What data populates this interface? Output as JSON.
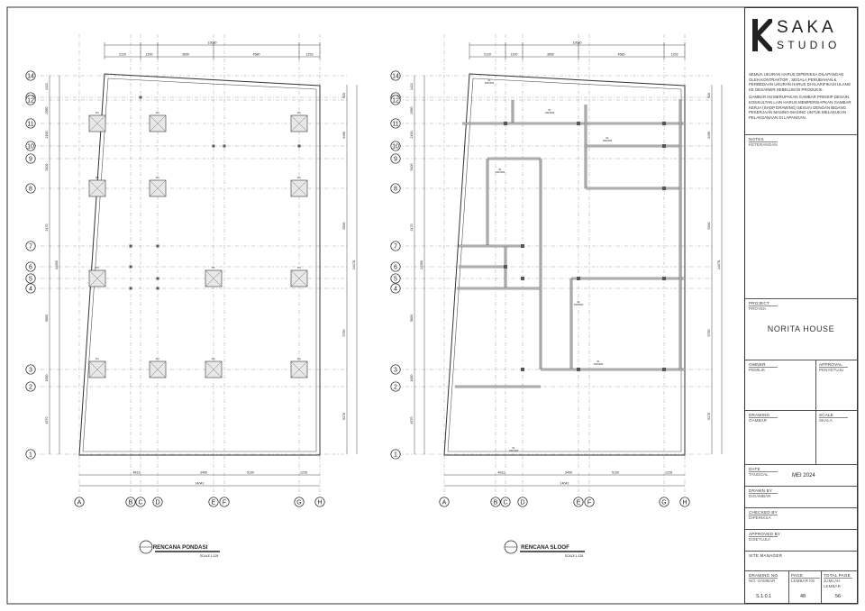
{
  "drawings": [
    {
      "title": "RENCANA PONDASI",
      "scale": "SCALE 1:125"
    },
    {
      "title": "RENCANA SLOOF",
      "scale": "SCALE 1:125"
    }
  ],
  "grid": {
    "rows": [
      "14",
      "13",
      "12",
      "11",
      "10",
      "9",
      "8",
      "7",
      "6",
      "5",
      "4",
      "3",
      "2",
      "1"
    ],
    "cols": [
      "A",
      "B",
      "C",
      "D",
      "E",
      "F",
      "G",
      "H"
    ]
  },
  "dimensions": {
    "top_total": "13030",
    "top": [
      "2120",
      "1200",
      "3650",
      "4580",
      "1253"
    ],
    "bottom_total": "14041",
    "bottom": [
      "4813",
      "3450",
      "5150",
      "1228"
    ],
    "left": [
      "1421",
      "2950",
      "2100",
      "5400",
      "2470",
      "5800",
      "1650",
      "4570"
    ],
    "left_total": "24350",
    "right": [
      "920",
      "3490",
      "5300",
      "5750",
      "5178"
    ],
    "right_total": "24478"
  },
  "labels": {
    "pile": "P1",
    "sloof": "S1",
    "sloof_size": "150X300"
  },
  "title_block": {
    "company_line1": "SAKA",
    "company_line2": "STUDIO",
    "notes_text": [
      "SEMUA UKURAN HARUS DIPERIKSA DILAPANGAN OLEH KONTRAKTOR , SEGALA PERUBAHAN & PERBEDAAN UKURAN HARUS DI KLARIFIKASI ULANG KE DESAINER SEBELUM DI PRODUKSI.",
      "GAMBAR INI MERUPAKAN GAMBAR PRINSIP DESAIN. KONSULTAN LAIN HARUS MEMPERSIAPKAN GAMBAR KERJA (SHOP DRAWING) SESUAI DENGAN BIDANG PEKERJAAN MASING-MASING UNTUK MELAKUKAN PELAKSANAAN DI LAPANGAN."
    ],
    "notes_label": "NOTES",
    "notes_label_id": "KETERANGAN",
    "project_label": "PROJECT",
    "project_label_id": "PROYEK",
    "project_name": "NORITA HOUSE",
    "owner_label": "OWNER",
    "owner_label_id": "PEMILIK",
    "approval_label": "APPROVAL",
    "approval_label_id": "PENYETUJU",
    "drawing_label": "DRAWING",
    "drawing_label_id": "GAMBAR",
    "scale_label": "SCALE",
    "scale_label_id": "SKALA",
    "date_label": "DATE",
    "date_label_id": "TANGGAL",
    "date_value": "MEI 2024",
    "drawn_by_label": "DRAWN BY",
    "drawn_by_label_id": "DIGAMBAR",
    "checked_by_label": "CHECKED BY",
    "checked_by_label_id": "DIPERIKSA",
    "approved_by_label": "APPROVED BY",
    "approved_by_label_id": "DISETUJUI",
    "site_manager_label": "SITE MANAGER",
    "drawing_no_label": "DRAWING NO.",
    "drawing_no_label_id": "NO. GAMBAR",
    "page_label": "PAGE",
    "page_label_id": "LEMBAR KE",
    "total_page_label": "TOTAL PAGE",
    "total_page_label_id": "JUMLAH LEMBAR",
    "drawing_no": "S.1.0.1",
    "page": "48",
    "total_page": "56"
  }
}
